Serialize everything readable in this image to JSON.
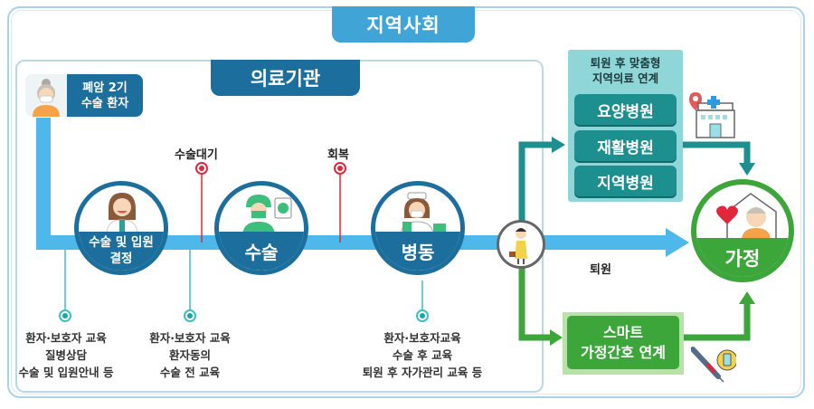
{
  "community": {
    "title": "지역사회"
  },
  "hospital": {
    "title": "의료기관"
  },
  "patient": {
    "line1": "폐암 2기",
    "line2": "수술 환자",
    "icon": "elderly-patient-icon"
  },
  "steps": [
    {
      "label_line1": "수술 및 입원",
      "label_line2": "결정",
      "icon": "doctor-icon"
    },
    {
      "label_line1": "수술",
      "label_line2": "",
      "icon": "surgeon-icon"
    },
    {
      "label_line1": "병동",
      "label_line2": "",
      "icon": "nurse-icon"
    }
  ],
  "markers": [
    {
      "label": "수술대기"
    },
    {
      "label": "회복"
    }
  ],
  "education": [
    {
      "lines": [
        "환자·보호자 교육",
        "질병상담",
        "수술 및 입원안내 등"
      ]
    },
    {
      "lines": [
        "환자·보호자 교육",
        "환자동의",
        "수술 전 교육"
      ]
    },
    {
      "lines": [
        "환자·보호자교육",
        "수술 후 교육",
        "퇴원 후 자가관리 교육 등"
      ]
    }
  ],
  "regional": {
    "title_line1": "퇴원 후 맞춤형",
    "title_line2": "지역의료 연계",
    "items": [
      "요양병원",
      "재활병원",
      "지역병원"
    ],
    "icon": "hospital-building-icon"
  },
  "discharge": {
    "label": "퇴원"
  },
  "smart_care": {
    "line1": "스마트",
    "line2": "가정간호 연계",
    "icon": "syringe-vial-icon"
  },
  "home": {
    "label": "가정",
    "icon": "home-heart-icon"
  },
  "colors": {
    "community_blue": "#41a4d6",
    "hospital_navy": "#1c6f9c",
    "flow_lightblue": "#4fb8ea",
    "teal": "#1e8f8f",
    "green": "#3da63a",
    "marker_red": "#e0283a",
    "edu_cyan": "#3cbfc4"
  }
}
